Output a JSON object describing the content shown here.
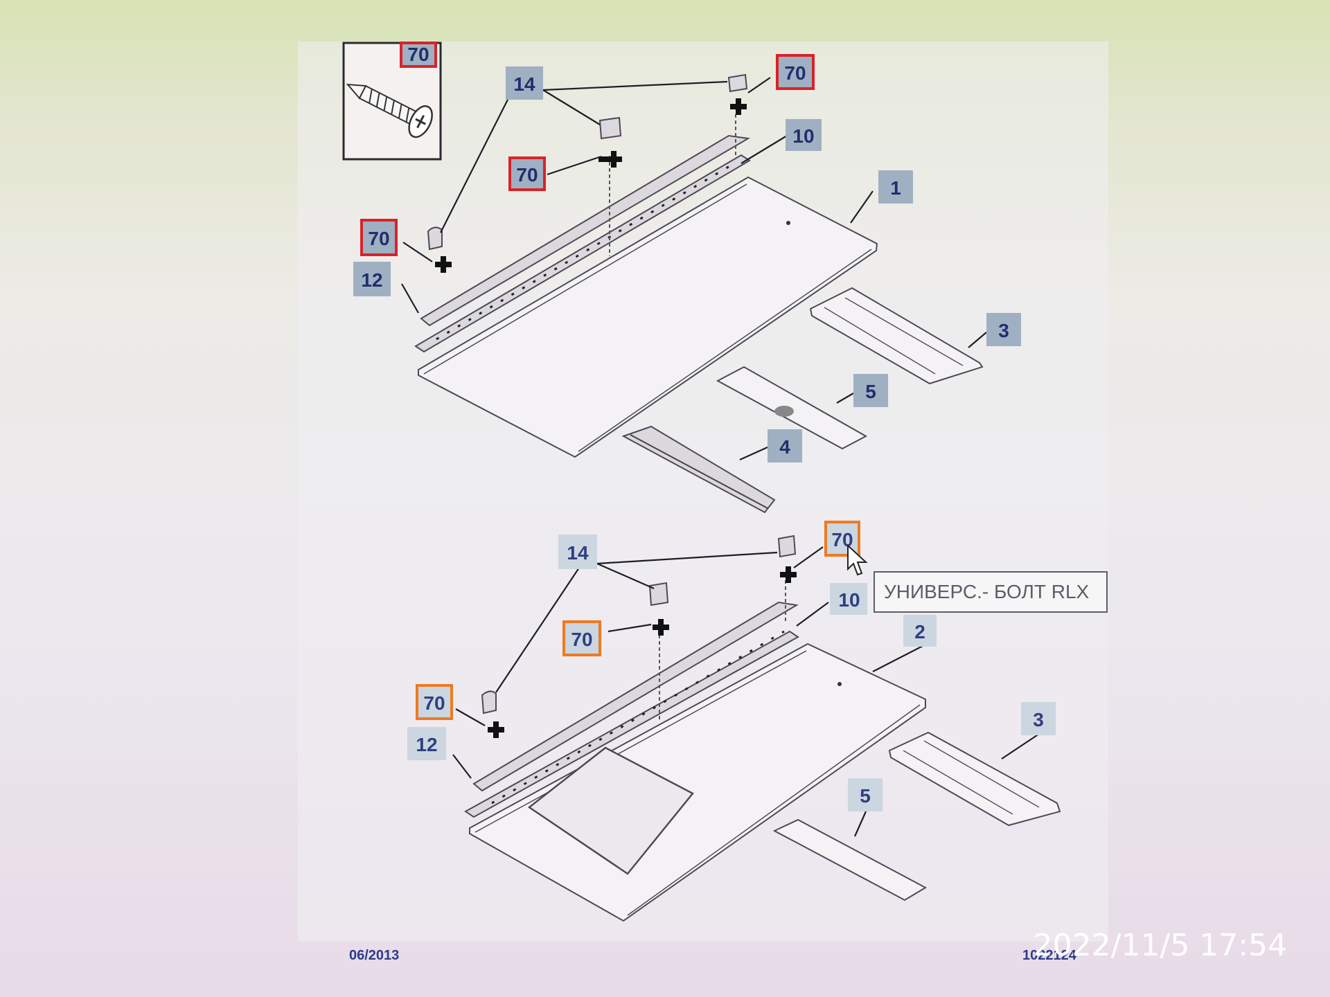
{
  "diagram": {
    "inset_callout": "70",
    "upper": {
      "callouts": {
        "c14": "14",
        "c70_top": "70",
        "c10": "10",
        "c70_mid": "70",
        "c1": "1",
        "c70_left": "70",
        "c12": "12",
        "c3": "3",
        "c5": "5",
        "c4": "4"
      }
    },
    "lower": {
      "callouts": {
        "c14": "14",
        "c70_top": "70",
        "c10": "10",
        "c2": "2",
        "c70_mid": "70",
        "c70_left": "70",
        "c12": "12",
        "c3": "3",
        "c5": "5"
      }
    },
    "footer_date": "06/2013",
    "footer_code": "1022124"
  },
  "tooltip": {
    "text": "УНИВЕРС.- БОЛТ RLX"
  },
  "photo_timestamp": "2022/11/5 17:54",
  "colors": {
    "callout_box": "#9fb0c2",
    "callout_box_light": "#cbd6e0",
    "highlight_red": "#d8232a",
    "highlight_orange": "#ee7a22",
    "callout_text": "#1f2f6e"
  },
  "icons": [
    "screw-icon",
    "cursor-arrow-icon",
    "clip-icon",
    "fastener-plus-icon"
  ]
}
